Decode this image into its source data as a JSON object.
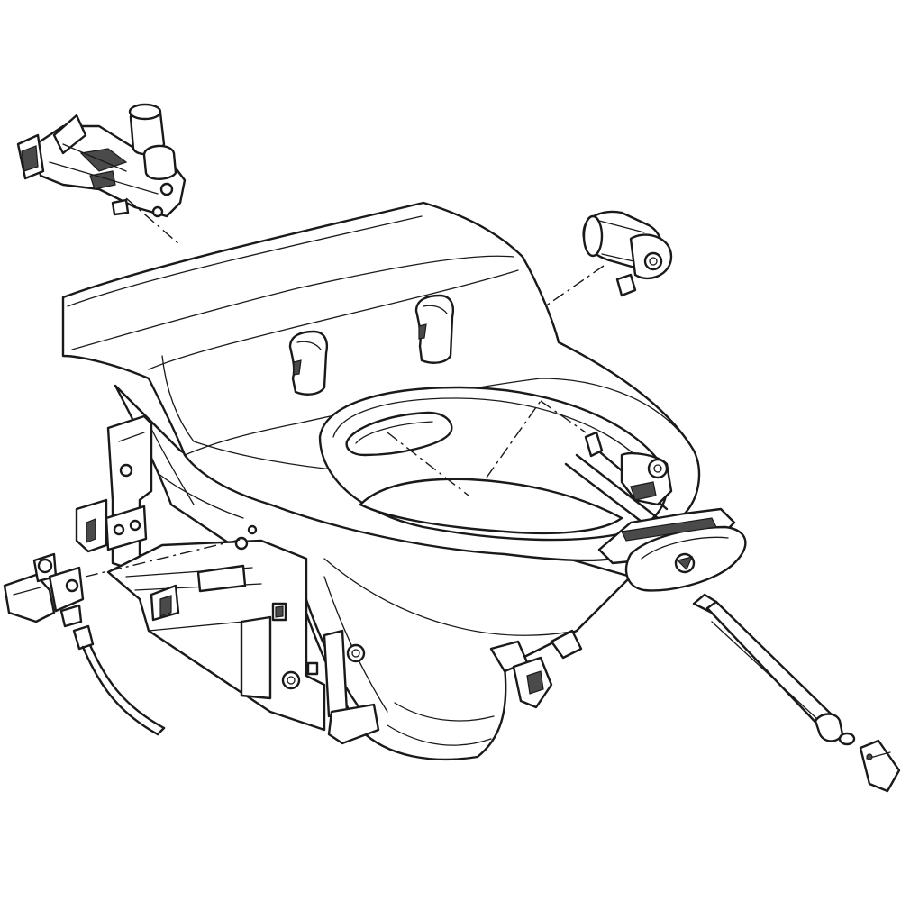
{
  "figure": {
    "type": "exploded-assembly-line-drawing",
    "stroke_color": "#1a1a1a",
    "background": "#ffffff",
    "components": [
      "seat-body",
      "bowl-housing",
      "top-left-pump-assembly",
      "top-right-motor",
      "left-valve",
      "power-cable",
      "spray-arm-assembly",
      "nozzle-tube",
      "nozzle-tip",
      "hinge-clips",
      "rear-bracket-frame"
    ]
  }
}
